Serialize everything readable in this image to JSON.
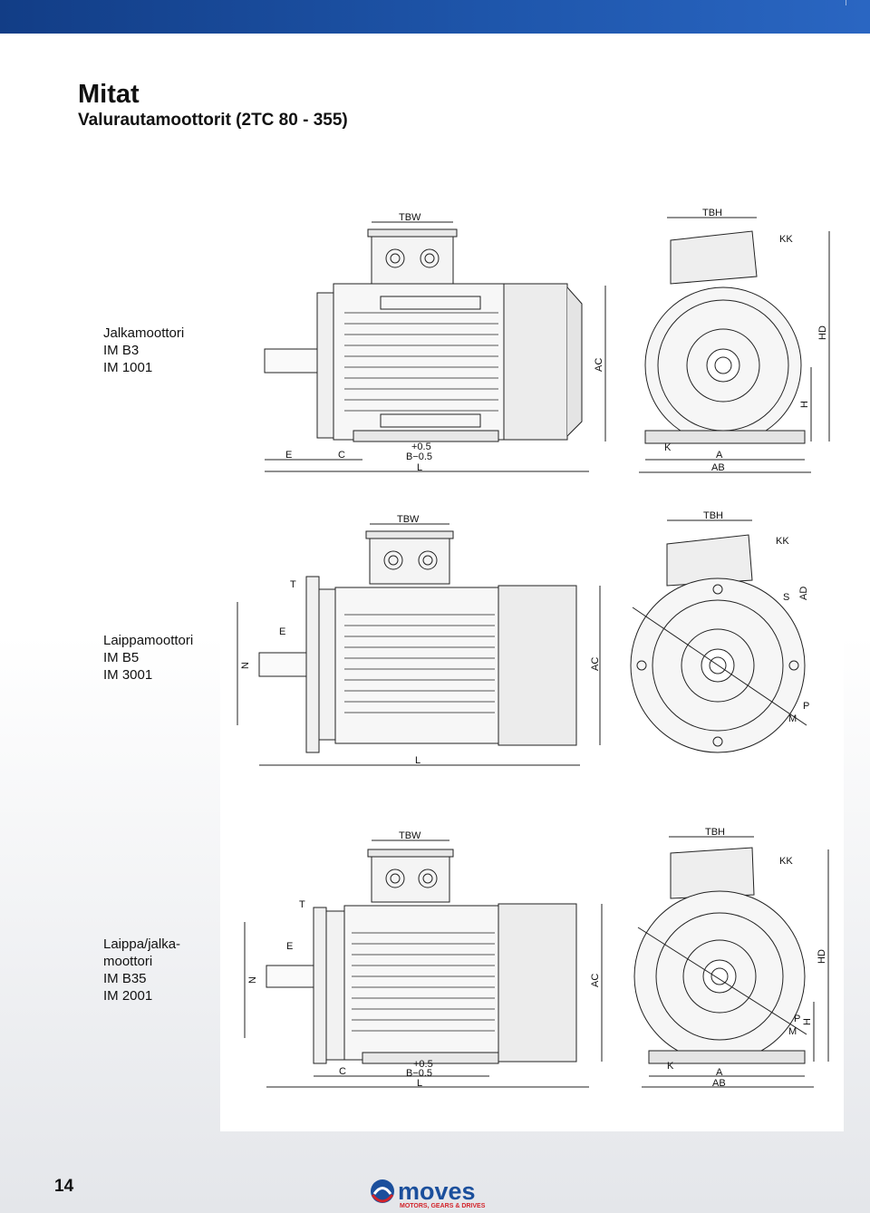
{
  "header": {
    "title": "Mitat",
    "subtitle": "Valurautamoottorit (2TC 80 - 355)"
  },
  "sections": [
    {
      "lines": [
        "Jalkamoottori",
        "IM B3",
        "IM 1001"
      ]
    },
    {
      "lines": [
        "Laippamoottori",
        "IM B5",
        "IM 3001"
      ]
    },
    {
      "lines": [
        "Laippa/jalka-",
        "moottori",
        "IM B35",
        "IM 2001"
      ]
    }
  ],
  "dims": {
    "TBW": "TBW",
    "TBH": "TBH",
    "KK": "KK",
    "HD": "HD",
    "H": "H",
    "AC": "AC",
    "E": "E",
    "C": "C",
    "L": "L",
    "K": "K",
    "A": "A",
    "AB": "AB",
    "B_plus": "+0.5",
    "B_minus": "B−0.5",
    "T": "T",
    "N": "N",
    "S": "S",
    "AD": "AD",
    "P": "P",
    "M": "M"
  },
  "footer": {
    "page_number": "14",
    "brand": "moves",
    "tagline": "MOTORS, GEARS & DRIVES"
  },
  "colors": {
    "top_bar": "#1a4fa0",
    "brand_blue": "#1b4f9c",
    "brand_red": "#d2232a"
  }
}
